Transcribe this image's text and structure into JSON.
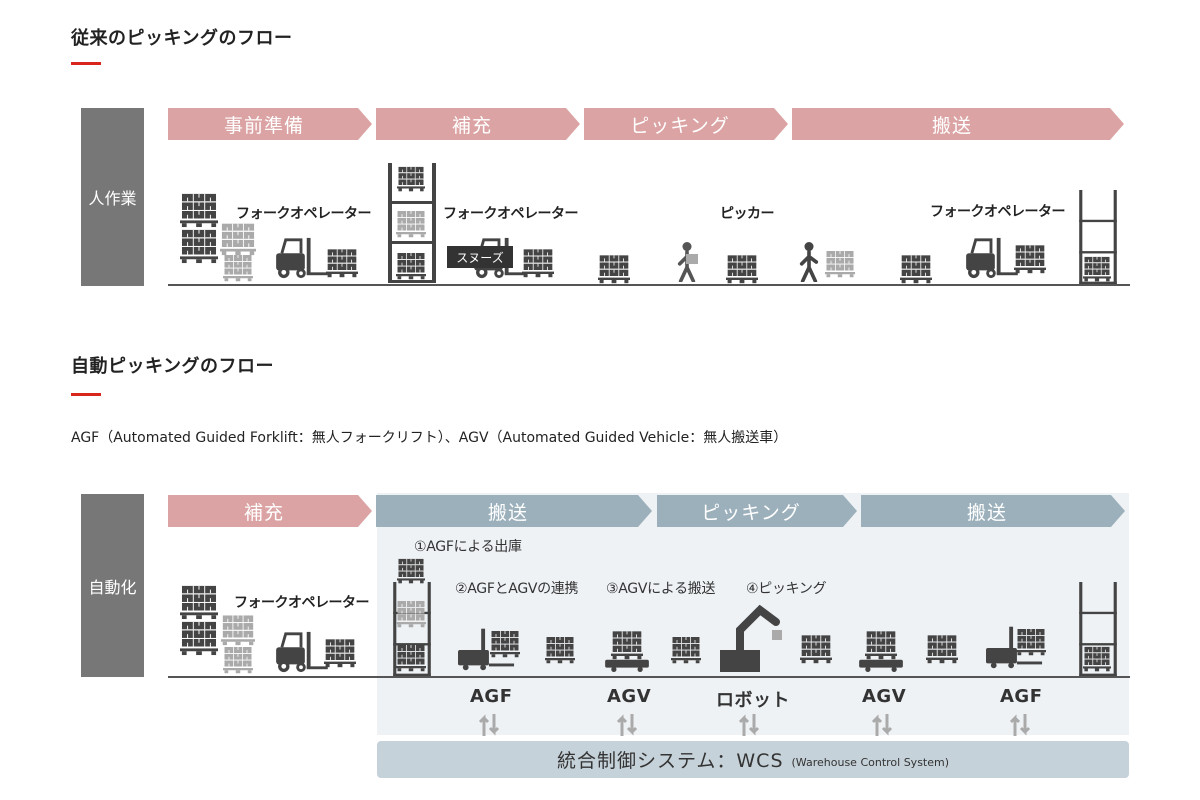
{
  "sections": {
    "conventional": {
      "title": "従来のピッキングのフロー",
      "row_label": "人作業",
      "stages": [
        "事前準備",
        "補充",
        "ピッキング",
        "搬送"
      ],
      "roles": [
        "フォークオペレーター",
        "フォークオペレーター",
        "ピッカー",
        "フォークオペレーター"
      ],
      "tooltip": "スヌーズ"
    },
    "automated": {
      "title": "自動ピッキングのフロー",
      "note": "AGF（Automated Guided Forklift：無人フォークリフト）、AGV（Automated Guided Vehicle：無人搬送車）",
      "row_label": "自動化",
      "stages": [
        "補充",
        "搬送",
        "ピッキング",
        "搬送"
      ],
      "role": "フォークオペレーター",
      "steps": [
        "①AGFによる出庫",
        "②AGFとAGVの連携",
        "③AGVによる搬送",
        "④ピッキング"
      ],
      "systems": [
        "AGF",
        "AGV",
        "ロボット",
        "AGV",
        "AGF"
      ],
      "wcs_main": "統合制御システム：WCS",
      "wcs_sub": "(Warehouse Control System)"
    }
  },
  "colors": {
    "accent_rule": "#d9261c",
    "pink_stage": "#dba3a3",
    "blue_stage": "#9cb0bb",
    "label_gray": "#777777",
    "wcs_bar": "#c6d2d9"
  },
  "icons": [
    "pallet-stack-icon",
    "forklift-icon",
    "rack-icon",
    "picker-icon",
    "cart-worker-icon",
    "agv-icon",
    "agf-icon",
    "robot-arm-icon",
    "sync-arrows-icon"
  ]
}
